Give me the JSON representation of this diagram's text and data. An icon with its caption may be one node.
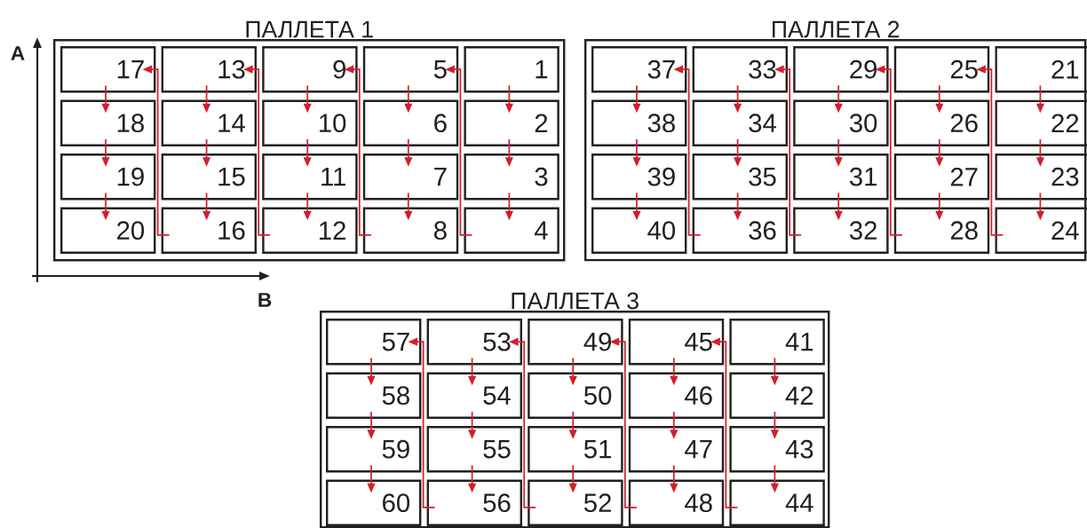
{
  "diagram": {
    "nodes": [
      {
        "text": [
          "ПАЛЛЕТА 1"
        ]
      },
      {
        "text": [
          "1"
        ],
        "in": 0
      },
      {
        "text": [
          "2"
        ],
        "in": 0
      },
      {
        "text": [
          "3"
        ],
        "in": 0
      },
      {
        "text": [
          "4"
        ],
        "in": 0
      },
      {
        "text": [
          "5"
        ],
        "in": 0
      },
      {
        "text": [
          "6"
        ],
        "in": 0
      },
      {
        "text": [
          "7"
        ],
        "in": 0
      },
      {
        "text": [
          "8"
        ],
        "in": 0
      },
      {
        "text": [
          "9"
        ],
        "in": 0
      },
      {
        "text": [
          "10"
        ],
        "in": 0
      },
      {
        "text": [
          "11"
        ],
        "in": 0
      },
      {
        "text": [
          "12"
        ],
        "in": 0
      },
      {
        "text": [
          "13"
        ],
        "in": 0
      },
      {
        "text": [
          "14"
        ],
        "in": 0
      },
      {
        "text": [
          "15"
        ],
        "in": 0
      },
      {
        "text": [
          "16"
        ],
        "in": 0
      },
      {
        "text": [
          "17"
        ],
        "in": 0
      },
      {
        "text": [
          "18"
        ],
        "in": 0
      },
      {
        "text": [
          "19"
        ],
        "in": 0
      },
      {
        "text": [
          "20"
        ],
        "in": 0
      },
      {
        "text": [
          "ПАЛЛЕТА 2"
        ]
      },
      {
        "text": [
          "21"
        ],
        "in": 21
      },
      {
        "text": [
          "22"
        ],
        "in": 21
      },
      {
        "text": [
          "23"
        ],
        "in": 21
      },
      {
        "text": [
          "24"
        ],
        "in": 21
      },
      {
        "text": [
          "25"
        ],
        "in": 21
      },
      {
        "text": [
          "26"
        ],
        "in": 21
      },
      {
        "text": [
          "27"
        ],
        "in": 21
      },
      {
        "text": [
          "28"
        ],
        "in": 21
      },
      {
        "text": [
          "29"
        ],
        "in": 21
      },
      {
        "text": [
          "30"
        ],
        "in": 21
      },
      {
        "text": [
          "31"
        ],
        "in": 21
      },
      {
        "text": [
          "32"
        ],
        "in": 21
      },
      {
        "text": [
          "33"
        ],
        "in": 21
      },
      {
        "text": [
          "34"
        ],
        "in": 21
      },
      {
        "text": [
          "35"
        ],
        "in": 21
      },
      {
        "text": [
          "36"
        ],
        "in": 21
      },
      {
        "text": [
          "37"
        ],
        "in": 21
      },
      {
        "text": [
          "38"
        ],
        "in": 21
      },
      {
        "text": [
          "39"
        ],
        "in": 21
      },
      {
        "text": [
          "40"
        ],
        "in": 21
      },
      {
        "text": [
          "ПАЛЛЕТА 3"
        ]
      },
      {
        "text": [
          "41"
        ],
        "in": 42
      },
      {
        "text": [
          "42"
        ],
        "in": 42
      },
      {
        "text": [
          "43"
        ],
        "in": 42
      },
      {
        "text": [
          "44"
        ],
        "in": 42
      },
      {
        "text": [
          "45"
        ],
        "in": 42
      },
      {
        "text": [
          "46"
        ],
        "in": 42
      },
      {
        "text": [
          "47"
        ],
        "in": 42
      },
      {
        "text": [
          "48"
        ],
        "in": 42
      },
      {
        "text": [
          "49"
        ],
        "in": 42
      },
      {
        "text": [
          "50"
        ],
        "in": 42
      },
      {
        "text": [
          "51"
        ],
        "in": 42
      },
      {
        "text": [
          "52"
        ],
        "in": 42
      },
      {
        "text": [
          "53"
        ],
        "in": 42
      },
      {
        "text": [
          "54"
        ],
        "in": 42
      },
      {
        "text": [
          "55"
        ],
        "in": 42
      },
      {
        "text": [
          "56"
        ],
        "in": 42
      },
      {
        "text": [
          "57"
        ],
        "in": 42
      },
      {
        "text": [
          "58"
        ],
        "in": 42
      },
      {
        "text": [
          "59"
        ],
        "in": 42
      },
      {
        "text": [
          "60"
        ],
        "in": 42
      }
    ],
    "edges": [
      {
        "from": 1,
        "to": 2,
        "arrow": "to"
      },
      {
        "from": 2,
        "to": 3,
        "arrow": "to"
      },
      {
        "from": 3,
        "to": 4,
        "arrow": "to"
      },
      {
        "from": 4,
        "to": 5,
        "arrow": "to"
      },
      {
        "from": 5,
        "to": 6,
        "arrow": "to"
      },
      {
        "from": 6,
        "to": 7,
        "arrow": "to"
      },
      {
        "from": 7,
        "to": 8,
        "arrow": "to"
      },
      {
        "from": 8,
        "to": 9,
        "arrow": "to"
      },
      {
        "from": 9,
        "to": 10,
        "arrow": "to"
      },
      {
        "from": 10,
        "to": 11,
        "arrow": "to"
      },
      {
        "from": 11,
        "to": 12,
        "arrow": "to"
      },
      {
        "from": 12,
        "to": 13,
        "arrow": "to"
      },
      {
        "from": 13,
        "to": 14,
        "arrow": "to"
      },
      {
        "from": 14,
        "to": 15,
        "arrow": "to"
      },
      {
        "from": 15,
        "to": 16,
        "arrow": "to"
      },
      {
        "from": 16,
        "to": 17,
        "arrow": "to"
      },
      {
        "from": 17,
        "to": 18,
        "arrow": "to"
      },
      {
        "from": 18,
        "to": 19,
        "arrow": "to"
      },
      {
        "from": 19,
        "to": 20,
        "arrow": "to"
      },
      {
        "from": 22,
        "to": 23,
        "arrow": "to"
      },
      {
        "from": 23,
        "to": 24,
        "arrow": "to"
      },
      {
        "from": 24,
        "to": 25,
        "arrow": "to"
      },
      {
        "from": 25,
        "to": 26,
        "arrow": "to"
      },
      {
        "from": 26,
        "to": 27,
        "arrow": "to"
      },
      {
        "from": 27,
        "to": 28,
        "arrow": "to"
      },
      {
        "from": 28,
        "to": 29,
        "arrow": "to"
      },
      {
        "from": 29,
        "to": 30,
        "arrow": "to"
      },
      {
        "from": 30,
        "to": 31,
        "arrow": "to"
      },
      {
        "from": 31,
        "to": 32,
        "arrow": "to"
      },
      {
        "from": 32,
        "to": 33,
        "arrow": "to"
      },
      {
        "from": 33,
        "to": 34,
        "arrow": "to"
      },
      {
        "from": 34,
        "to": 35,
        "arrow": "to"
      },
      {
        "from": 35,
        "to": 36,
        "arrow": "to"
      },
      {
        "from": 36,
        "to": 37,
        "arrow": "to"
      },
      {
        "from": 37,
        "to": 38,
        "arrow": "to"
      },
      {
        "from": 38,
        "to": 39,
        "arrow": "to"
      },
      {
        "from": 39,
        "to": 40,
        "arrow": "to"
      },
      {
        "from": 40,
        "to": 41,
        "arrow": "to"
      },
      {
        "from": 43,
        "to": 44,
        "arrow": "to"
      },
      {
        "from": 44,
        "to": 45,
        "arrow": "to"
      },
      {
        "from": 45,
        "to": 46,
        "arrow": "to"
      },
      {
        "from": 46,
        "to": 47,
        "arrow": "to"
      },
      {
        "from": 47,
        "to": 48,
        "arrow": "to"
      },
      {
        "from": 48,
        "to": 49,
        "arrow": "to"
      },
      {
        "from": 49,
        "to": 50,
        "arrow": "to"
      },
      {
        "from": 50,
        "to": 51,
        "arrow": "to"
      },
      {
        "from": 51,
        "to": 52,
        "arrow": "to"
      },
      {
        "from": 52,
        "to": 53,
        "arrow": "to"
      },
      {
        "from": 53,
        "to": 54,
        "arrow": "to"
      },
      {
        "from": 54,
        "to": 55,
        "arrow": "to"
      },
      {
        "from": 55,
        "to": 56,
        "arrow": "to"
      },
      {
        "from": 56,
        "to": 57,
        "arrow": "to"
      },
      {
        "from": 57,
        "to": 58,
        "arrow": "to"
      },
      {
        "from": 58,
        "to": 59,
        "arrow": "to"
      },
      {
        "from": 59,
        "to": 60,
        "arrow": "to"
      },
      {
        "from": 60,
        "to": 61,
        "arrow": "to"
      },
      {
        "from": 61,
        "to": 62,
        "arrow": "to"
      }
    ],
    "labels": [
      "A",
      "B"
    ]
  }
}
